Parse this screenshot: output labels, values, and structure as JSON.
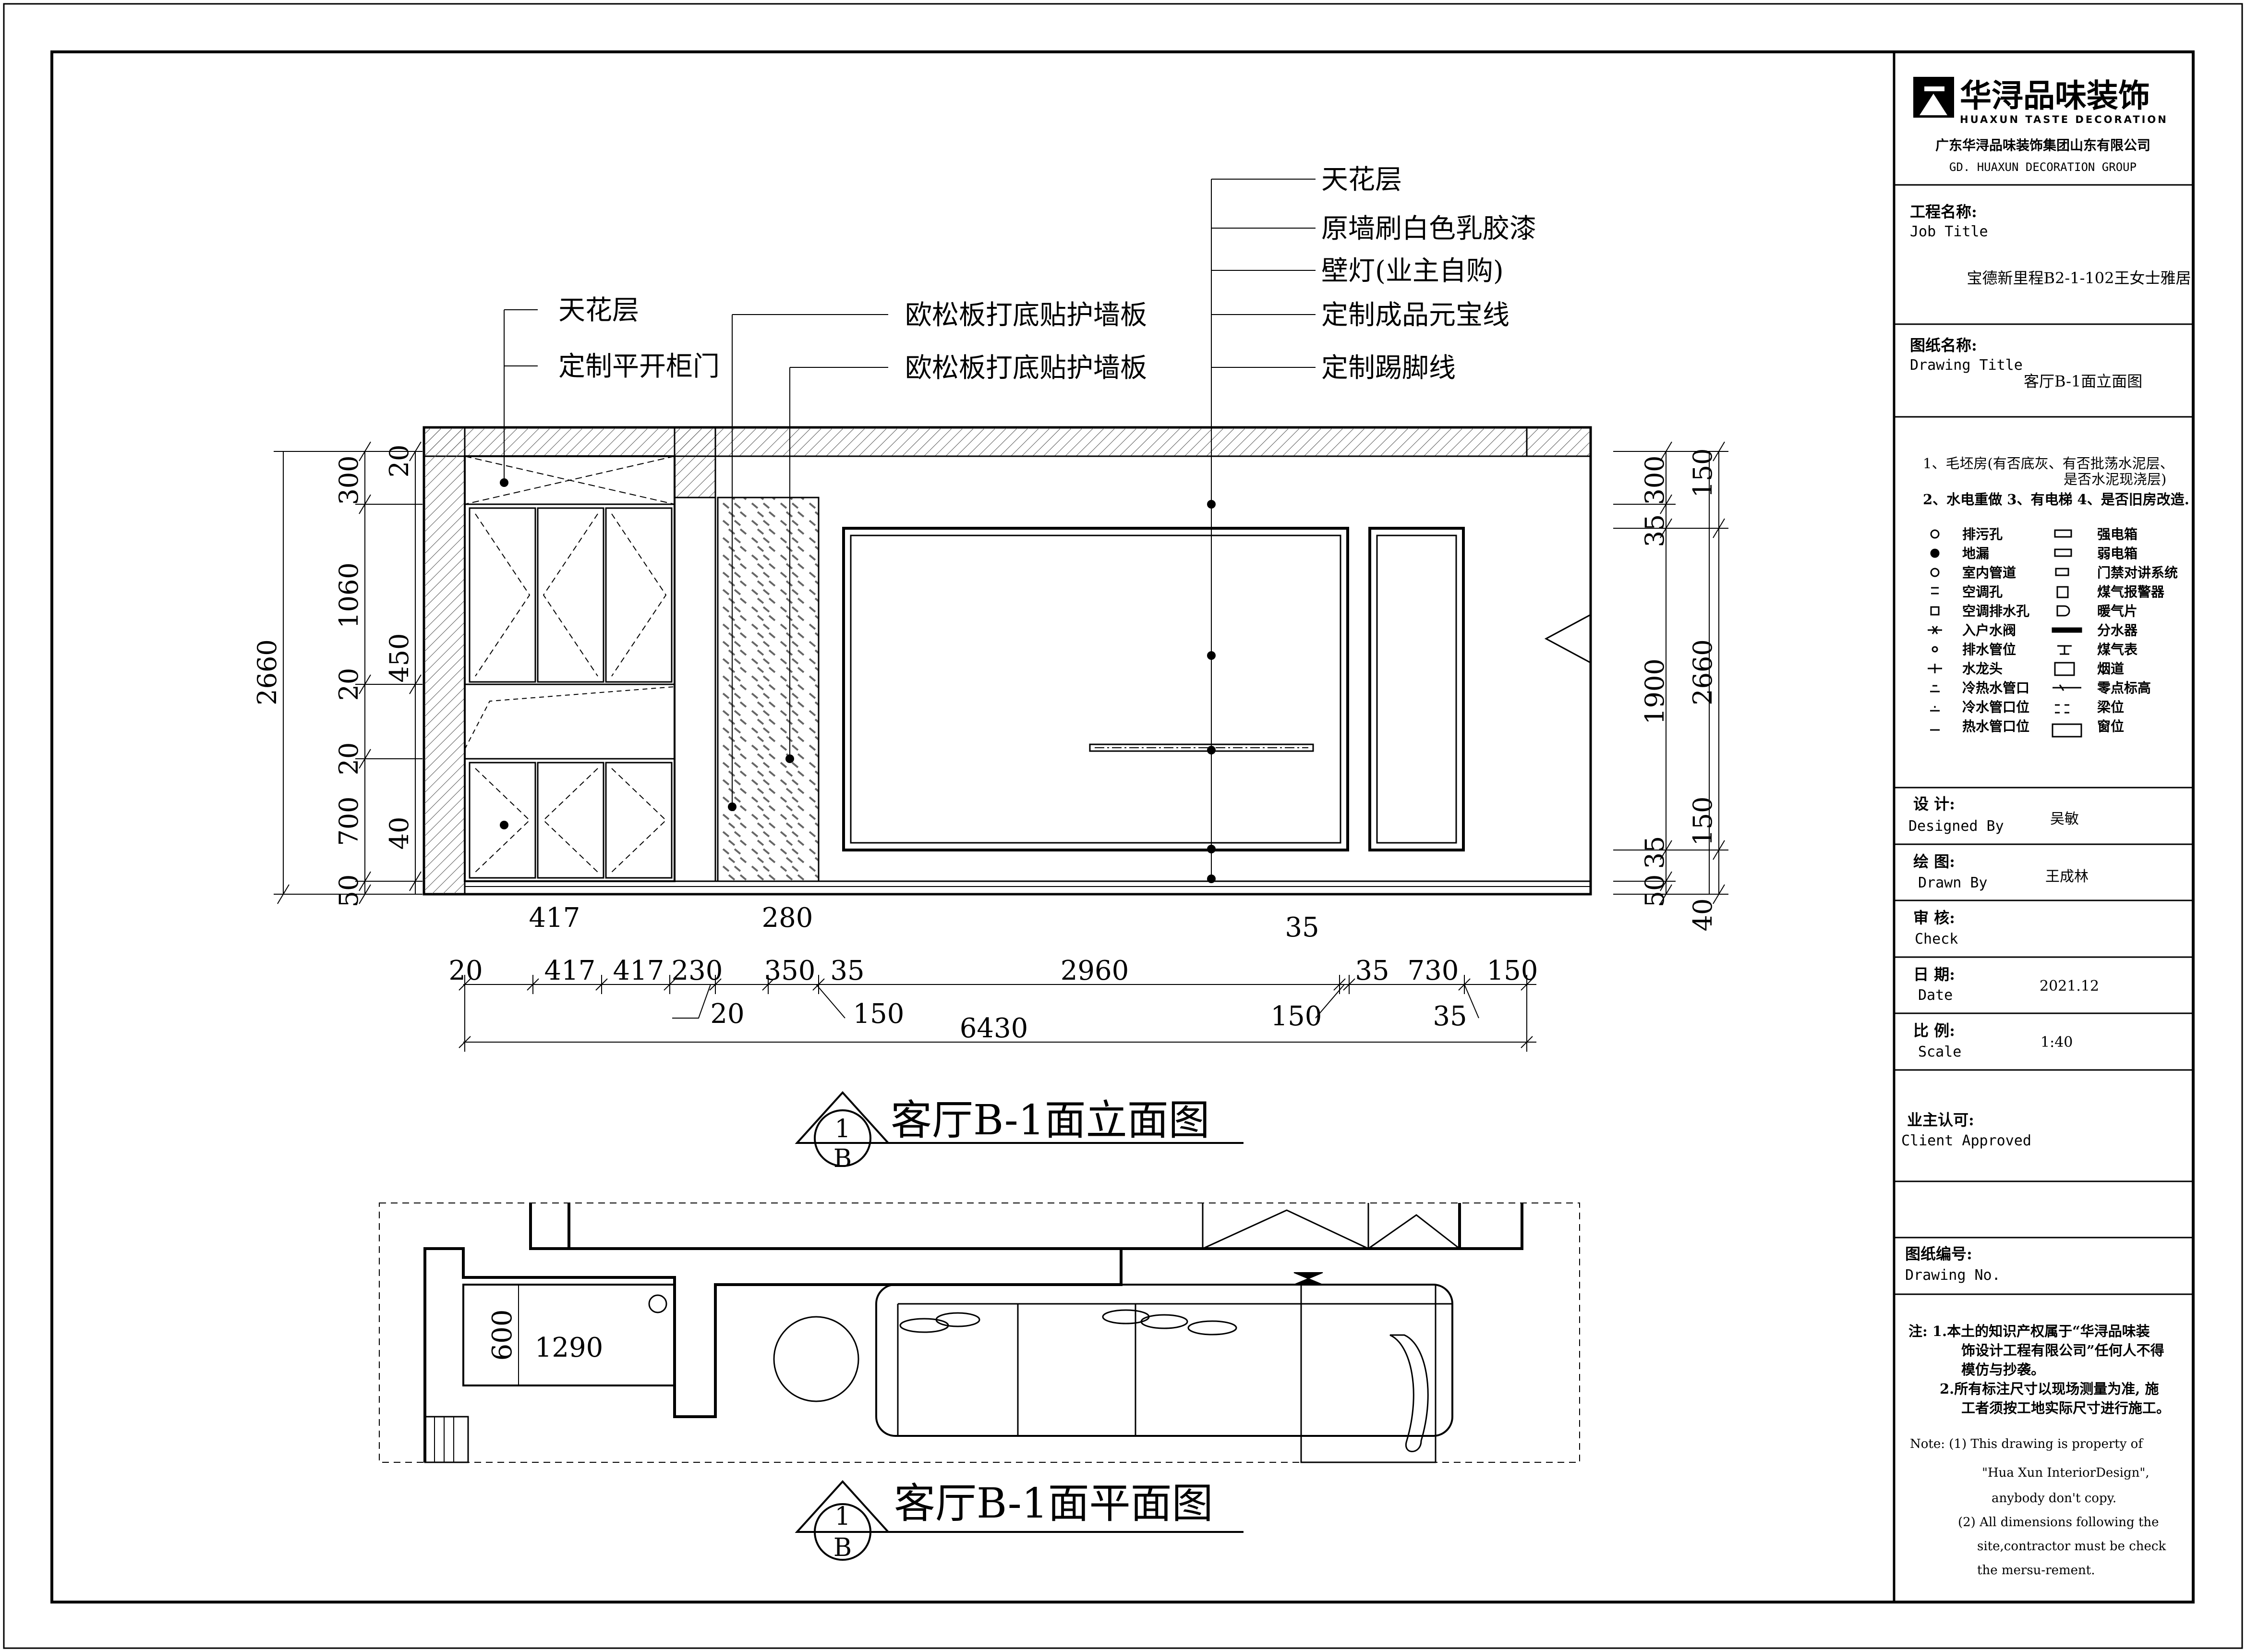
{
  "elevation": {
    "title": "客厅B-1面立面图",
    "symbol": {
      "top": "1",
      "bottom": "B"
    },
    "leaders": [
      "天花层",
      "定制平开柜门",
      "欧松板打底贴护墙板",
      "欧松板打底贴护墙板",
      "天花层",
      "原墙刷白色乳胶漆",
      "壁灯(业主自购)",
      "定制成品元宝线",
      "定制踢脚线"
    ],
    "dims_left_outer": "2660",
    "dims_left_mid": [
      "300",
      "1060",
      "20",
      "20",
      "700",
      "50"
    ],
    "dims_left_inner": [
      "20",
      "450",
      "40"
    ],
    "dims_right_outer": "2660",
    "dims_right_mid": [
      "300",
      "35",
      "1900",
      "35",
      "50"
    ],
    "dims_right_inner": [
      "150",
      "150",
      "40"
    ],
    "dims_top": [
      "417",
      "280",
      "35"
    ],
    "dims_bottom_row": [
      "20",
      "417",
      "417",
      "230",
      "350",
      "35",
      "2960",
      "35",
      "730",
      "150"
    ],
    "dims_bottom_under": [
      "20",
      "150",
      "150",
      "35"
    ],
    "dims_total": "6430"
  },
  "plan": {
    "title": "客厅B-1面平面图",
    "symbol": {
      "top": "1",
      "bottom": "B"
    },
    "dims": [
      "600",
      "1290"
    ]
  },
  "title_block": {
    "logo_text": "华浔品味装饰",
    "logo_sub": "HUAXUN TASTE DECORATION",
    "company_cn": "广东华浔品味装饰集团山东有限公司",
    "company_en": "GD. HUAXUN DECORATION GROUP",
    "job_title_cn": "工程名称:",
    "job_title_en": "Job Title",
    "job_value": "宝德新里程B2-1-102王女士雅居",
    "drawing_title_cn": "图纸名称:",
    "drawing_title_en": "Drawing Title",
    "drawing_value": "客厅B-1面立面图",
    "notes": [
      "1、毛坯房(有否底灰、有否批荡水泥层、",
      "是否水泥现浇层)",
      "2、水电重做 3、有电梯 4、是否旧房改造."
    ],
    "legend_left": [
      "排污孔",
      "地漏",
      "室内管道",
      "空调孔",
      "空调排水孔",
      "入户水阀",
      "排水管位",
      "水龙头",
      "冷热水管口",
      "冷水管口位",
      "热水管口位"
    ],
    "legend_right": [
      "强电箱",
      "弱电箱",
      "门禁对讲系统",
      "煤气报警器",
      "暖气片",
      "分水器",
      "煤气表",
      "烟道",
      "零点标高",
      "梁位",
      "窗位"
    ],
    "designed_cn": "设 计:",
    "designed_en": "Designed By",
    "designed_value": "吴敏",
    "drawn_cn": "绘 图:",
    "drawn_en": "Drawn By",
    "drawn_value": "王成林",
    "check_cn": "审 核:",
    "check_en": "Check",
    "date_cn": "日 期:",
    "date_en": "Date",
    "date_value": "2021.12",
    "scale_cn": "比 例:",
    "scale_en": "Scale",
    "scale_value": "1:40",
    "client_cn": "业主认可:",
    "client_en": "Client Approved",
    "drawing_no_cn": "图纸编号:",
    "drawing_no_en": "Drawing No.",
    "note_cn": [
      "注: 1.本土的知识产权属于“华浔品味装",
      "饰设计工程有限公司”任何人不得",
      "模仿与抄袭。",
      "2.所有标注尺寸以现场测量为准, 施",
      "工者须按工地实际尺寸进行施工。"
    ],
    "note_en": [
      "Note: (1) This drawing is property of",
      "\"Hua Xun InteriorDesign\",",
      "anybody don't copy.",
      "(2) All dimensions following the",
      "site,contractor must be check",
      "the mersu-rement."
    ]
  }
}
